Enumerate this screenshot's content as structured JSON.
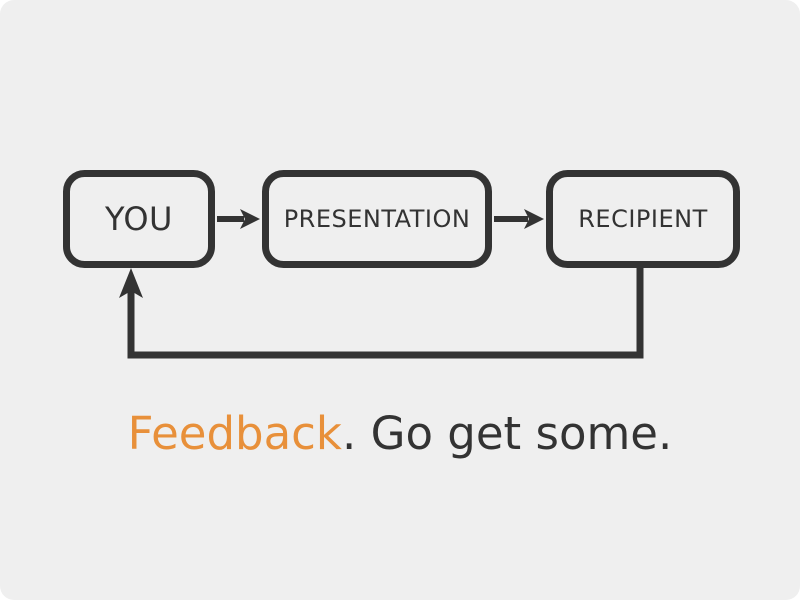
{
  "slide": {
    "background_color": "#efefef",
    "stroke_color": "#333333",
    "accent_color": "#e8903a",
    "text_color": "#333333"
  },
  "diagram": {
    "type": "flow-loop",
    "nodes": [
      {
        "id": "you",
        "label": "YOU"
      },
      {
        "id": "presentation",
        "label": "PRESENTATION"
      },
      {
        "id": "recipient",
        "label": "RECIPIENT"
      }
    ],
    "connectors": [
      {
        "id": "you-to-presentation",
        "from": "you",
        "to": "presentation",
        "kind": "arrow-right"
      },
      {
        "id": "presentation-to-recipient",
        "from": "presentation",
        "to": "recipient",
        "kind": "arrow-right"
      },
      {
        "id": "recipient-to-you",
        "from": "recipient",
        "to": "you",
        "kind": "feedback-arrow-up"
      }
    ]
  },
  "caption": {
    "emphasis": "Feedback",
    "rest": ". Go get some.",
    "full": "Feedback. Go get some."
  }
}
